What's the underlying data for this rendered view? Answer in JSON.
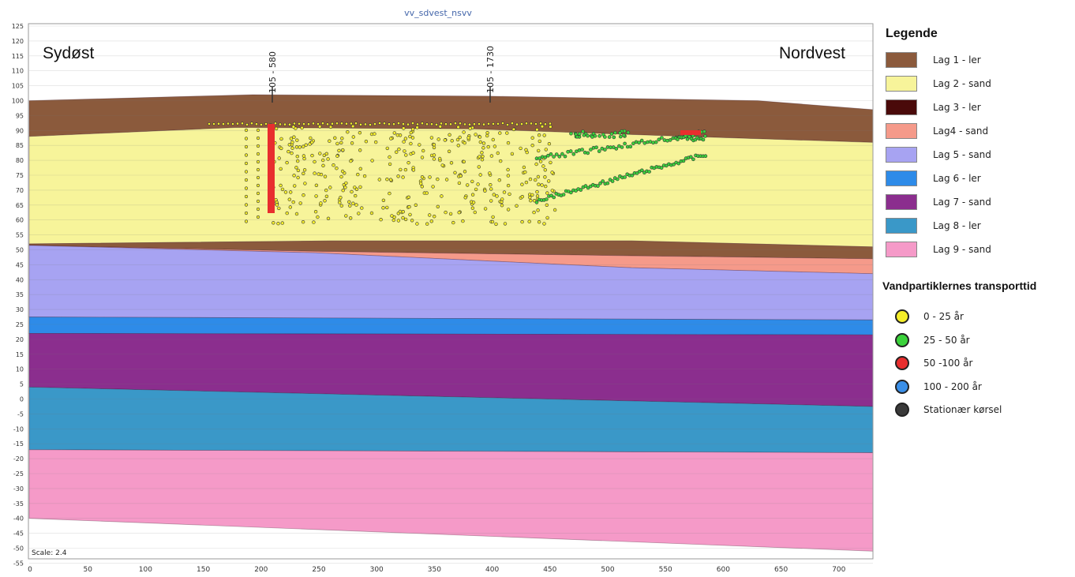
{
  "section_title": "vv_sdvest_nsvv",
  "direction_left": "Sydøst",
  "direction_right": "Nordvest",
  "scale_label": "Scale: 2.4",
  "well_labels": [
    "105 - 580",
    "105 - 1730"
  ],
  "y_ticks": [
    "125",
    "120",
    "115",
    "110",
    "105",
    "100",
    "95",
    "90",
    "85",
    "80",
    "75",
    "70",
    "65",
    "60",
    "55",
    "50",
    "45",
    "40",
    "35",
    "30",
    "25",
    "20",
    "15",
    "10",
    "5",
    "0",
    "-5",
    "-10",
    "-15",
    "-20",
    "-25",
    "-30",
    "-35",
    "-40",
    "-45",
    "-50",
    "-55"
  ],
  "x_ticks": [
    "0",
    "50",
    "100",
    "150",
    "200",
    "250",
    "300",
    "350",
    "400",
    "450",
    "500",
    "550",
    "600",
    "650",
    "700"
  ],
  "legend": {
    "title": "Legende",
    "layers": [
      {
        "label": "Lag 1 - ler",
        "color": "#8B5A3C"
      },
      {
        "label": "Lag 2 - sand",
        "color": "#F7F49A"
      },
      {
        "label": "Lag 3 - ler",
        "color": "#4A0A0A"
      },
      {
        "label": "Lag4 - sand",
        "color": "#F59A8A"
      },
      {
        "label": "Lag 5 - sand",
        "color": "#A7A3F2"
      },
      {
        "label": "Lag 6 - ler",
        "color": "#2E8BE8"
      },
      {
        "label": "Lag 7 - sand",
        "color": "#8B2E8E"
      },
      {
        "label": "Lag 8 - ler",
        "color": "#3A98C8"
      },
      {
        "label": "Lag 9 - sand",
        "color": "#F59AC8"
      }
    ]
  },
  "transport": {
    "title": "Vandpartiklernes transporttid",
    "items": [
      {
        "label": "0 - 25 år",
        "color": "#F5EE2A"
      },
      {
        "label": "25 - 50 år",
        "color": "#3BD23B"
      },
      {
        "label": "50 -100 år",
        "color": "#E82E2E"
      },
      {
        "label": "100 - 200 år",
        "color": "#3A8FE8"
      },
      {
        "label": "Stationær kørsel",
        "color": "#3A3A3A"
      }
    ]
  }
}
